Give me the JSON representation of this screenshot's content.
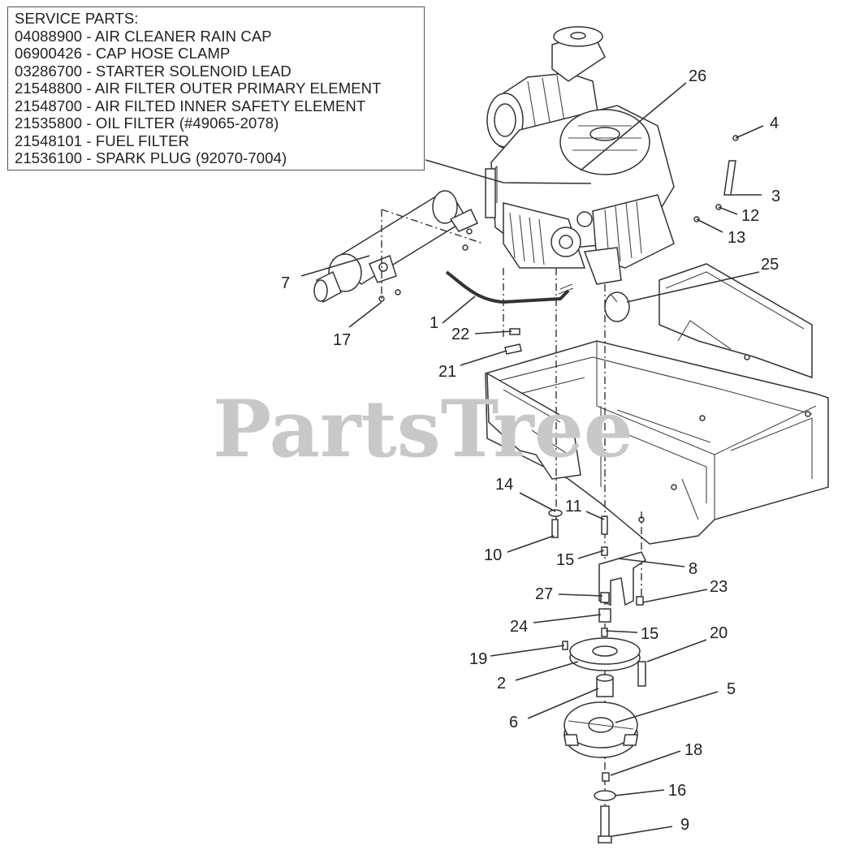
{
  "service_parts": {
    "title": "SERVICE PARTS:",
    "items": [
      "04088900 - AIR CLEANER RAIN CAP",
      "06900426 - CAP HOSE CLAMP",
      "03286700 - STARTER SOLENOID LEAD",
      "21548800 - AIR FILTER OUTER PRIMARY ELEMENT",
      "21548700 - AIR FILTED INNER SAFETY ELEMENT",
      "21535800 - OIL FILTER (#49065-2078)",
      "21548101 - FUEL FILTER",
      "21536100 - SPARK PLUG (92070-7004)"
    ]
  },
  "watermark": "PartsTree",
  "callouts": {
    "c1": "1",
    "c2": "2",
    "c3": "3",
    "c4": "4",
    "c5": "5",
    "c6": "6",
    "c7": "7",
    "c8": "8",
    "c9": "9",
    "c10": "10",
    "c11": "11",
    "c12": "12",
    "c13": "13",
    "c14": "14",
    "c15a": "15",
    "c15b": "15",
    "c16": "16",
    "c17": "17",
    "c18": "18",
    "c19": "19",
    "c20": "20",
    "c21": "21",
    "c22": "22",
    "c23": "23",
    "c24": "24",
    "c25": "25",
    "c26": "26",
    "c27": "27"
  }
}
